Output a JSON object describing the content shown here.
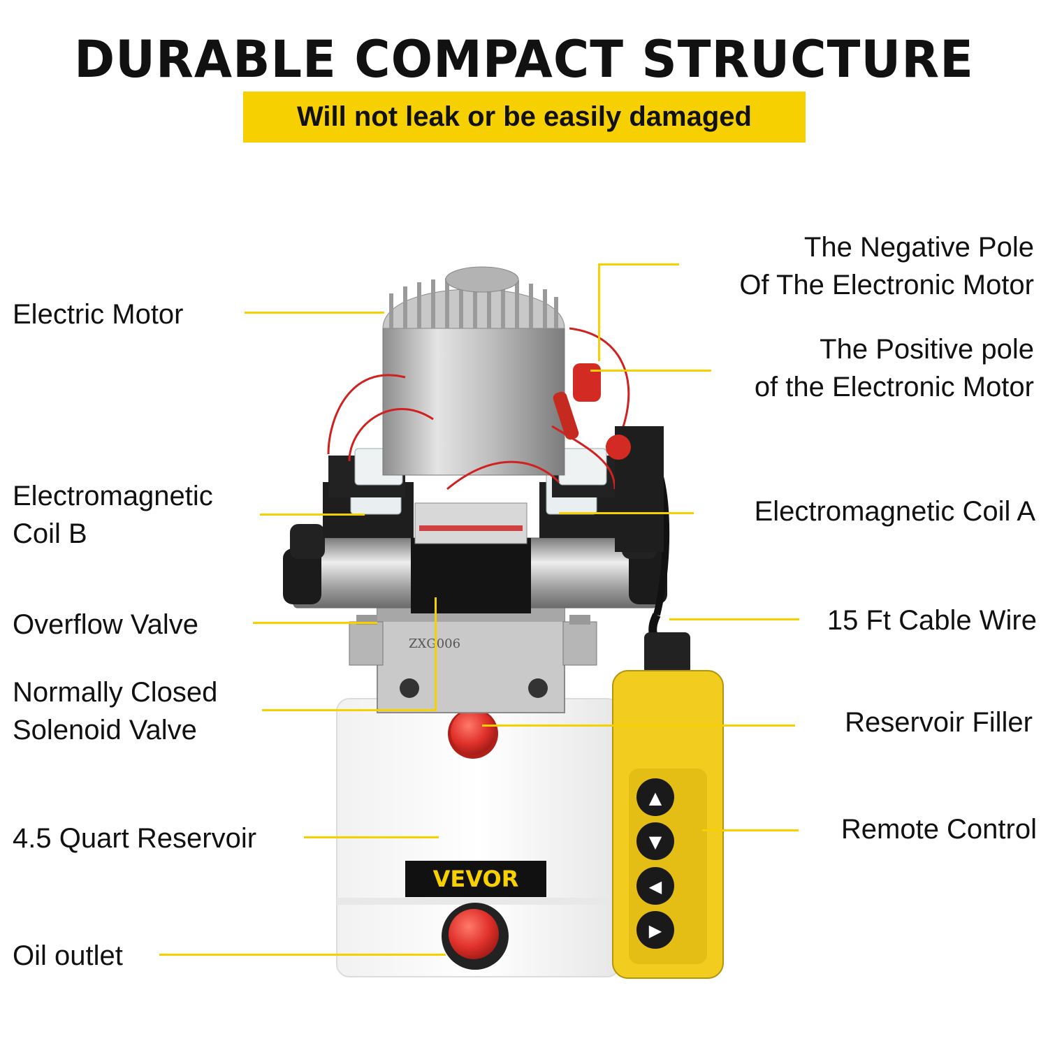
{
  "header": {
    "title": "DURABLE COMPACT STRUCTURE",
    "subtitle": "Will not leak or be easily damaged"
  },
  "labels": {
    "electric_motor": "Electric Motor",
    "coil_b_line1": "Electromagnetic",
    "coil_b_line2": "Coil B",
    "overflow_valve": "Overflow Valve",
    "solenoid_line1": "Normally Closed",
    "solenoid_line2": "Solenoid Valve",
    "reservoir": "4.5 Quart Reservoir",
    "oil_outlet": "Oil outlet",
    "negative_line1": "The Negative Pole",
    "negative_line2": "Of The Electronic Motor",
    "positive_line1": "The Positive pole",
    "positive_line2": "of the Electronic Motor",
    "coil_a": "Electromagnetic Coil A",
    "cable": "15 Ft Cable Wire",
    "filler": "Reservoir Filler",
    "remote": "Remote Control"
  },
  "product": {
    "brand": "VEVOR",
    "block_marking": "ZXG006"
  },
  "colors": {
    "accent_yellow": "#f6d000",
    "cap_red": "#e0302a",
    "remote_yellow": "#f2cc1f"
  },
  "icons": {
    "remote_buttons": [
      "up-arrow-icon",
      "down-arrow-icon",
      "left-arrow-icon",
      "right-arrow-icon"
    ]
  }
}
